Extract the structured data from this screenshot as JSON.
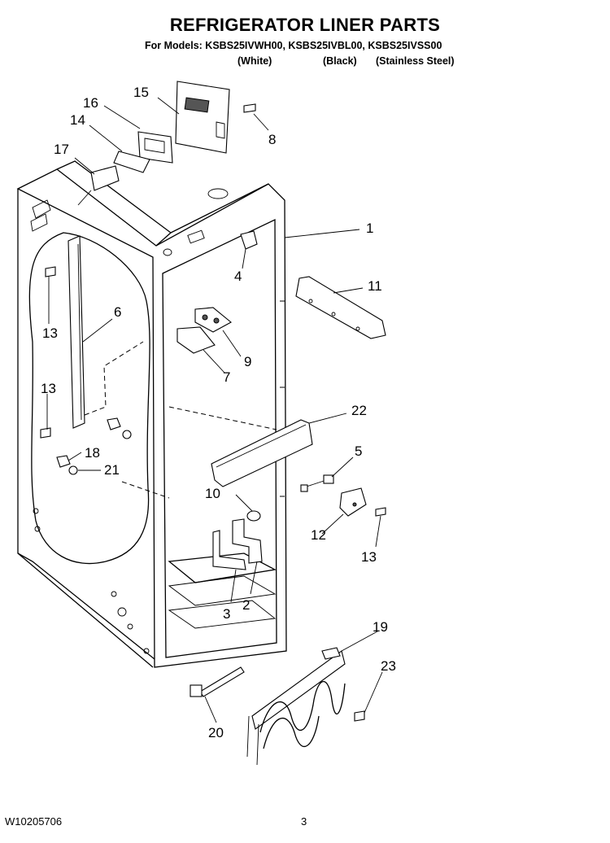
{
  "header": {
    "title": "REFRIGERATOR LINER PARTS",
    "models_line": "For Models: KSBS25IVWH00, KSBS25IVBL00, KSBS25IVSS00",
    "variants": [
      "(White)",
      "(Black)",
      "(Stainless Steel)"
    ]
  },
  "callouts": [
    "1",
    "2",
    "3",
    "4",
    "5",
    "6",
    "7",
    "8",
    "9",
    "10",
    "11",
    "12",
    "13",
    "13",
    "13",
    "13",
    "14",
    "15",
    "16",
    "17",
    "18",
    "19",
    "20",
    "21",
    "22",
    "23"
  ],
  "footer": {
    "doc_number": "W10205706",
    "page_number": "3"
  }
}
